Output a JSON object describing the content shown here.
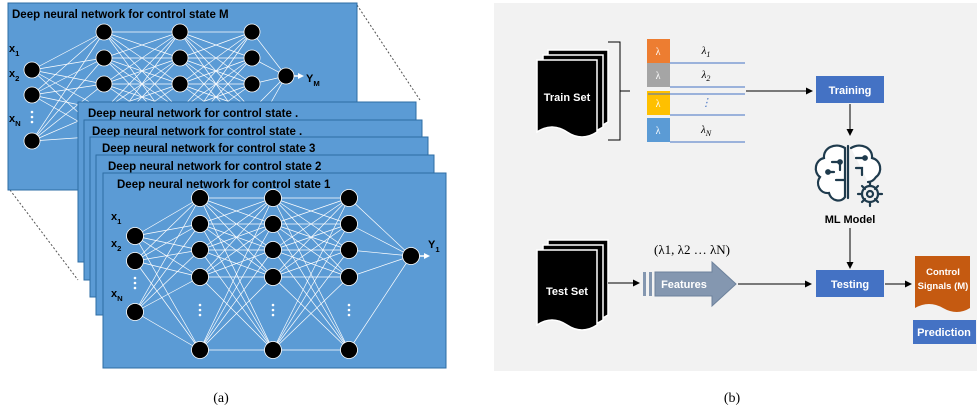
{
  "panel_a": {
    "networks": [
      {
        "title": "Deep neural network for control state M",
        "inputs": [
          "x1",
          "x2",
          "xN"
        ],
        "output": "YM"
      },
      {
        "title": "Deep neural network for control state ."
      },
      {
        "title": "Deep neural network for control state ."
      },
      {
        "title": "Deep neural network for control state 3"
      },
      {
        "title": "Deep neural network for control state 2"
      },
      {
        "title": "Deep neural network for control state 1",
        "inputs": [
          "x1",
          "x2",
          "xN"
        ],
        "output": "Y1"
      }
    ],
    "caption": "(a)",
    "colors": {
      "card": "#5b9bd5",
      "card_border": "#2e6da4",
      "node": "#000000",
      "edge": "#ffffff"
    }
  },
  "panel_b": {
    "train_set": "Train Set",
    "test_set": "Test Set",
    "feature_rows": [
      {
        "tag": "λ",
        "label": "λ1",
        "color": "#ed7d31"
      },
      {
        "tag": "λ",
        "label": "λ2",
        "color": "#a5a5a5"
      },
      {
        "tag": "λ",
        "label": "⋮",
        "color": "#ffc000"
      },
      {
        "tag": "λ",
        "label": "λN",
        "color": "#5b9bd5"
      }
    ],
    "training_label": "Training",
    "ml_model_label": "ML Model",
    "features_vector": "(λ1, λ2 … λN)",
    "features_label": "Features",
    "testing_label": "Testing",
    "control_signals_label": [
      "Control",
      "Signals (M)"
    ],
    "prediction_label": "Prediction",
    "caption": "(b)",
    "colors": {
      "panel_bg": "#f2f2f2",
      "box": "#4472c4",
      "arrow": "#8497b0",
      "control": "#c55a11"
    }
  }
}
